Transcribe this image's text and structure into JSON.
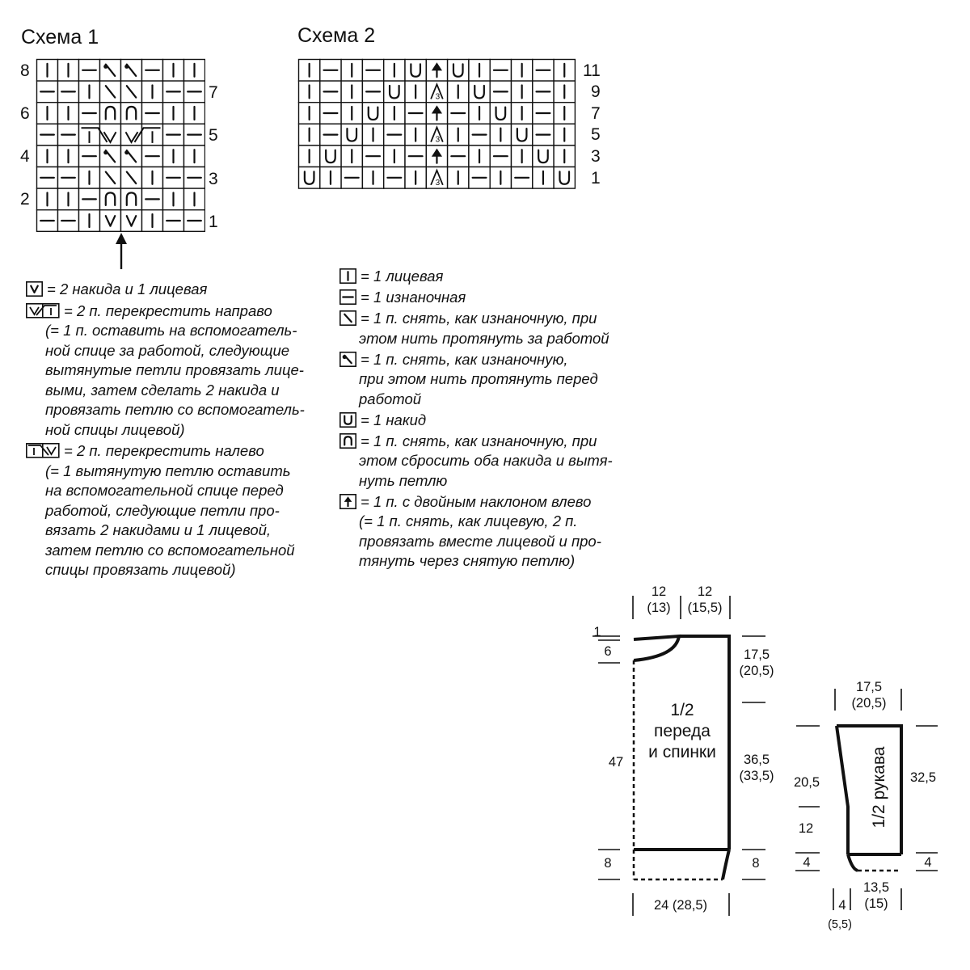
{
  "schema1": {
    "title": "Схема 1",
    "rows": [
      [
        "k",
        "k",
        "p",
        "sd",
        "sd",
        "p",
        "k",
        "k"
      ],
      [
        "p",
        "p",
        "k",
        "sb",
        "sb",
        "k",
        "p",
        "p"
      ],
      [
        "k",
        "k",
        "p",
        "dd",
        "dd",
        "p",
        "k",
        "k"
      ],
      [
        "p",
        "p",
        "cr_l",
        "cr_l",
        "cr_r",
        "cr_r",
        "p",
        "p"
      ],
      [
        "k",
        "k",
        "p",
        "sd",
        "sd",
        "p",
        "k",
        "k"
      ],
      [
        "p",
        "p",
        "k",
        "sb",
        "sb",
        "k",
        "p",
        "p"
      ],
      [
        "k",
        "k",
        "p",
        "dd",
        "dd",
        "p",
        "k",
        "k"
      ],
      [
        "p",
        "p",
        "k",
        "v",
        "v",
        "k",
        "p",
        "p"
      ]
    ],
    "left_labels": [
      {
        "text": "8",
        "row": 0
      },
      {
        "text": "6",
        "row": 2
      },
      {
        "text": "4",
        "row": 4
      },
      {
        "text": "2",
        "row": 6
      }
    ],
    "right_labels": [
      {
        "text": "7",
        "row": 1
      },
      {
        "text": "5",
        "row": 3
      },
      {
        "text": "3",
        "row": 5
      },
      {
        "text": "1",
        "row": 7
      }
    ]
  },
  "schema2": {
    "title": "Схема 2",
    "rows": [
      [
        "k",
        "p",
        "k",
        "p",
        "k",
        "yo",
        "dbl",
        "yo",
        "k",
        "p",
        "k",
        "p",
        "k"
      ],
      [
        "k",
        "p",
        "k",
        "p",
        "yo",
        "k",
        "d3",
        "k",
        "yo",
        "p",
        "k",
        "p",
        "k"
      ],
      [
        "k",
        "p",
        "k",
        "yo",
        "k",
        "p",
        "dbl",
        "p",
        "k",
        "yo",
        "k",
        "p",
        "k"
      ],
      [
        "k",
        "p",
        "yo",
        "k",
        "p",
        "k",
        "d3",
        "k",
        "p",
        "k",
        "yo",
        "p",
        "k"
      ],
      [
        "k",
        "yo",
        "k",
        "p",
        "k",
        "p",
        "dbl",
        "p",
        "k",
        "p",
        "k",
        "yo",
        "k"
      ],
      [
        "yo",
        "k",
        "p",
        "k",
        "p",
        "k",
        "d3",
        "k",
        "p",
        "k",
        "p",
        "k",
        "yo"
      ]
    ],
    "right_labels": [
      "11",
      "9",
      "7",
      "5",
      "3",
      "1"
    ]
  },
  "legend_left": [
    {
      "sym": "v",
      "lines": [
        "= 2 накида и 1 лицевая"
      ]
    },
    {
      "sym": "cross_right",
      "lines": [
        "= 2 п. перекрестить направо",
        "(= 1 п. оставить на вспомогатель-",
        "ной спице за работой, следующие",
        "вытянутые петли провязать лице-",
        "выми, затем сделать 2 накида и",
        "провязать петлю со вспомогатель-",
        "ной спицы лицевой)"
      ]
    },
    {
      "sym": "cross_left",
      "lines": [
        "= 2 п. перекрестить налево",
        "(= 1 вытянутую петлю оставить",
        "на вспомогательной спице перед",
        "работой, следующие петли про-",
        "вязать 2 накидами и 1 лицевой,",
        "затем петлю со вспомогательной",
        "спицы провязать лицевой)"
      ]
    }
  ],
  "legend_right": [
    {
      "sym": "k",
      "lines": [
        "= 1 лицевая"
      ]
    },
    {
      "sym": "p",
      "lines": [
        "= 1 изнаночная"
      ]
    },
    {
      "sym": "sb",
      "lines": [
        "= 1 п. снять, как изнаночную, при",
        "этом нить протянуть за работой"
      ]
    },
    {
      "sym": "sd",
      "lines": [
        "= 1 п. снять, как изнаночную,",
        "при этом нить протянуть перед",
        "работой"
      ]
    },
    {
      "sym": "yo",
      "lines": [
        "= 1 накид"
      ]
    },
    {
      "sym": "dd",
      "lines": [
        "= 1 п. снять, как изнаночную, при",
        "этом сбросить оба накида и вытя-",
        "нуть петлю"
      ]
    },
    {
      "sym": "dbl",
      "lines": [
        "= 1 п. с двойным наклоном влево",
        "(= 1 п. снять, как лицевую, 2 п.",
        "провязать вместе лицевой и про-",
        "тянуть через снятую петлю)"
      ]
    }
  ],
  "body_piece": {
    "label": [
      "1/2",
      "переда",
      "и спинки"
    ],
    "top_left_dim": [
      "12",
      "(13)"
    ],
    "top_right_dim": [
      "12",
      "(15,5)"
    ],
    "neck_top": "1",
    "neck_depth": "6",
    "left_total": "47",
    "left_rib": "8",
    "right_armhole": [
      "17,5",
      "(20,5)"
    ],
    "right_side": [
      "36,5",
      "(33,5)"
    ],
    "right_rib": "8",
    "bottom_width": "24 (28,5)"
  },
  "sleeve_piece": {
    "label": "1/2 рукава",
    "top_width": [
      "17,5",
      "(20,5)"
    ],
    "left_upper": "20,5",
    "left_lower": "12",
    "left_rib": "4",
    "right_total": "32,5",
    "right_rib": "4",
    "bottom_width": [
      "13,5",
      "(15)"
    ],
    "bottom_left": "4",
    "bottom_left_alt": "(5,5)"
  }
}
